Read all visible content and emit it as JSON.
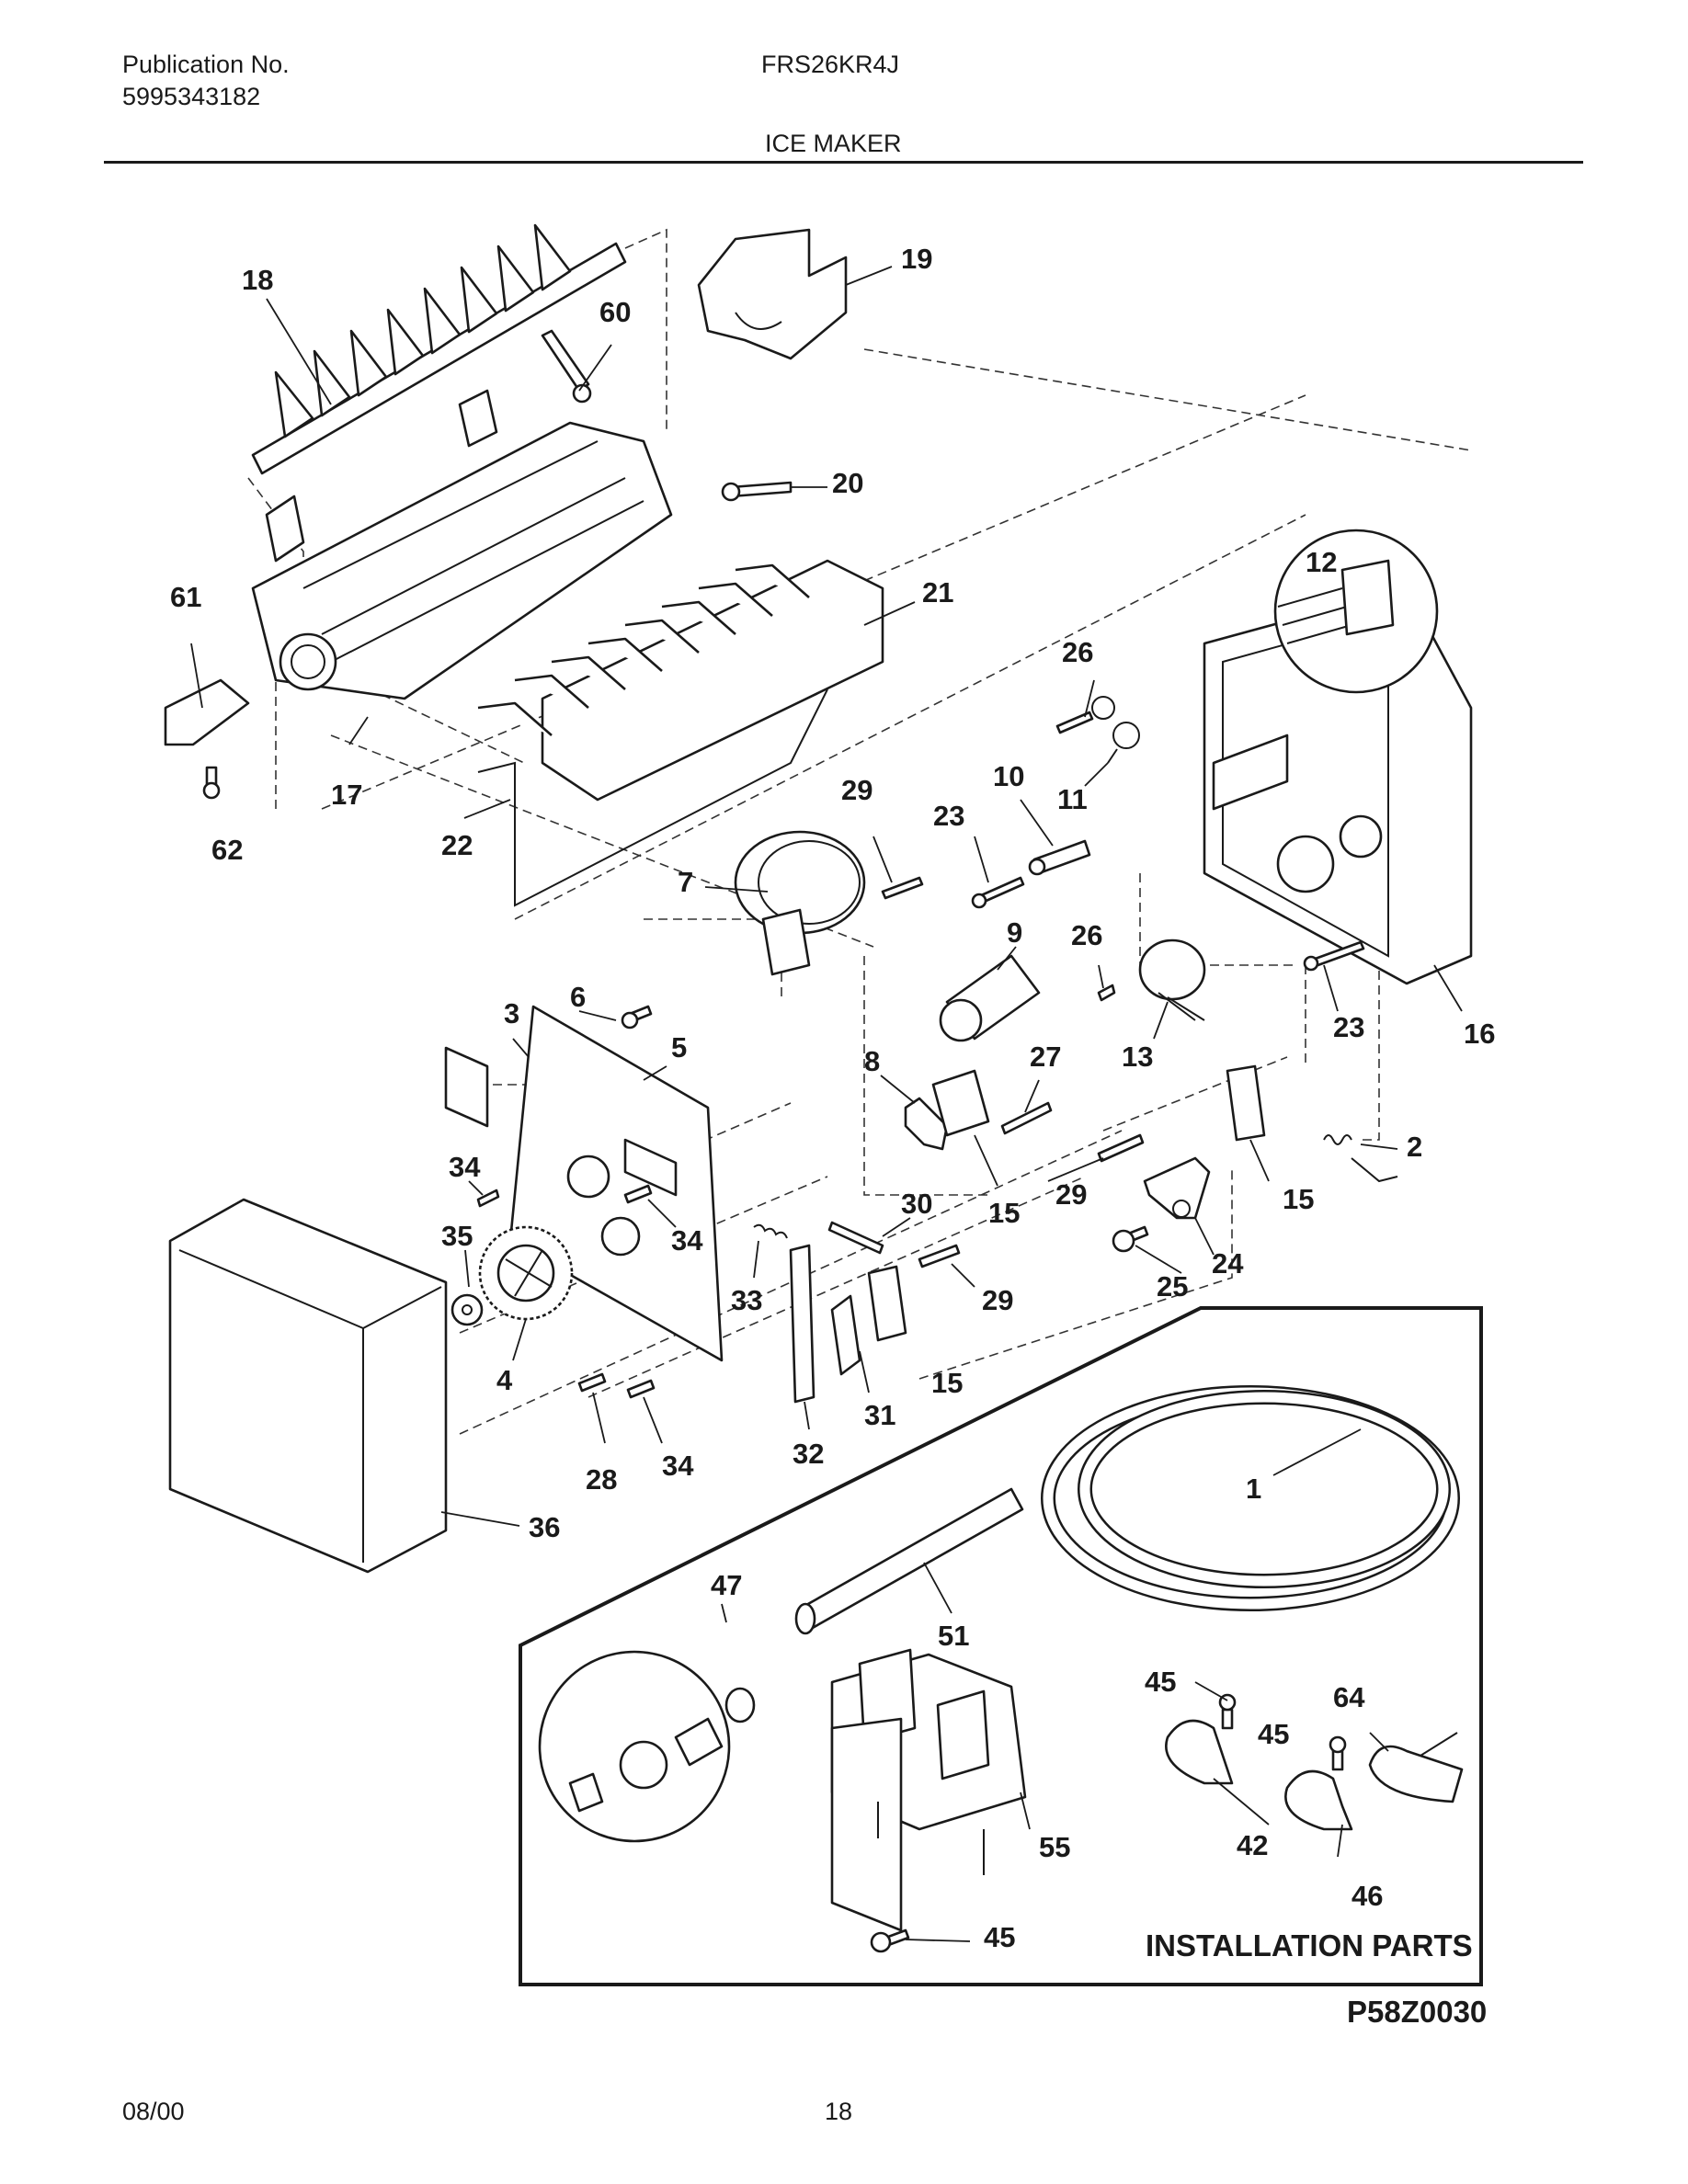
{
  "header": {
    "publication_label": "Publication No.",
    "publication_number": "5995343182",
    "model": "FRS26KR4J",
    "section_title": "ICE MAKER"
  },
  "footer": {
    "date": "08/00",
    "page_number": "18"
  },
  "diagram": {
    "code": "P58Z0030",
    "installation_box_title": "INSTALLATION PARTS",
    "callouts": [
      "18",
      "60",
      "19",
      "20",
      "21",
      "61",
      "17",
      "62",
      "22",
      "12",
      "26",
      "10",
      "11",
      "29",
      "23",
      "7",
      "9",
      "26",
      "13",
      "23",
      "16",
      "3",
      "6",
      "5",
      "8",
      "27",
      "15",
      "15",
      "15",
      "34",
      "34",
      "35",
      "30",
      "29",
      "24",
      "25",
      "2",
      "33",
      "29",
      "4",
      "31",
      "32",
      "28",
      "34",
      "1",
      "36",
      "47",
      "51",
      "45",
      "64",
      "45",
      "55",
      "42",
      "46",
      "45"
    ]
  }
}
